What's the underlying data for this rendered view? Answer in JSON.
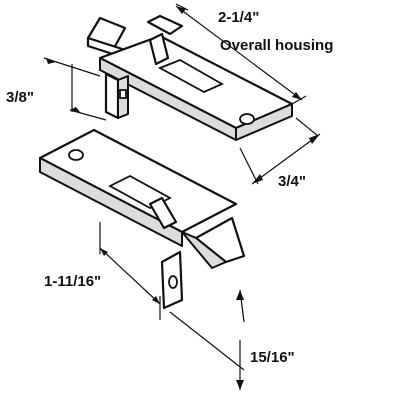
{
  "dimensions": {
    "overall_length": "2-1/4\"",
    "overall_housing": "Overall housing",
    "thickness": "3/8\"",
    "width": "3/4\"",
    "tab_length": "1-11/16\"",
    "depth": "15/16\""
  }
}
